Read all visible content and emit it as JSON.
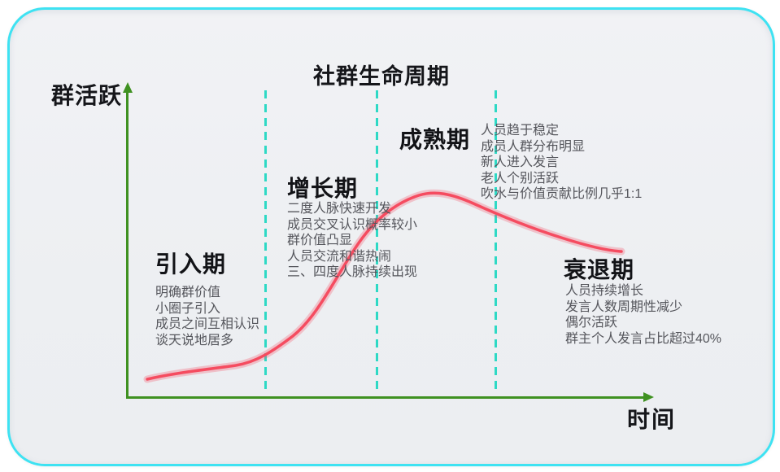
{
  "title": "社群生命周期",
  "axes": {
    "y_label": "群活跃",
    "x_label": "时间"
  },
  "phases": [
    {
      "name": "引入期",
      "points": [
        "明确群价值",
        "小圈子引入",
        "成员之间互相认识",
        "谈天说地居多"
      ]
    },
    {
      "name": "增长期",
      "points": [
        "二度人脉快速开发",
        "成员交叉认识概率较小",
        "群价值凸显",
        "人员交流和谐热闹",
        "三、四度人脉持续出现"
      ]
    },
    {
      "name": "成熟期",
      "points": [
        "人员趋于稳定",
        "成员人群分布明显",
        "新人进入发言",
        "老人个别活跃",
        "吹水与价值贡献比例几乎1:1"
      ]
    },
    {
      "name": "衰退期",
      "points": [
        "人员持续增长",
        "发言人数周期性减少",
        "偶尔活跃",
        "群主个人发言占比超过40%"
      ]
    }
  ],
  "colors": {
    "card_border": "#3ee2f2",
    "dashed_divider": "#2ed9c5",
    "axis_green": "#3f9121",
    "curve_red": "#f54c60",
    "heading_text": "#15161a",
    "body_text": "#55565c",
    "card_background": "#eef0f3"
  }
}
